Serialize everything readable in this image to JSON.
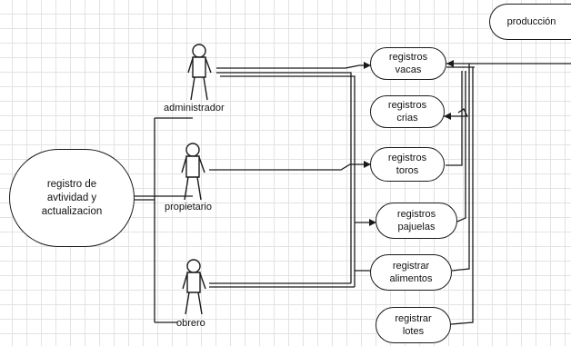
{
  "diagram": {
    "main_process": "registro de avtividad y actualizacion",
    "actors": [
      {
        "id": "administrador",
        "label": "administrador"
      },
      {
        "id": "propietario",
        "label": "propietario"
      },
      {
        "id": "obrero",
        "label": "obrero"
      }
    ],
    "use_cases": [
      {
        "id": "produccion",
        "label": "producción"
      },
      {
        "id": "registros-vacas",
        "label": "registros vacas"
      },
      {
        "id": "registros-crias",
        "label": "registros crias"
      },
      {
        "id": "registros-toros",
        "label": "registros toros"
      },
      {
        "id": "registros-pajuelas",
        "label": "registros pajuelas"
      },
      {
        "id": "registrar-alimentos",
        "label": "registrar alimentos"
      },
      {
        "id": "registrar-lotes",
        "label": "registrar lotes"
      }
    ]
  }
}
